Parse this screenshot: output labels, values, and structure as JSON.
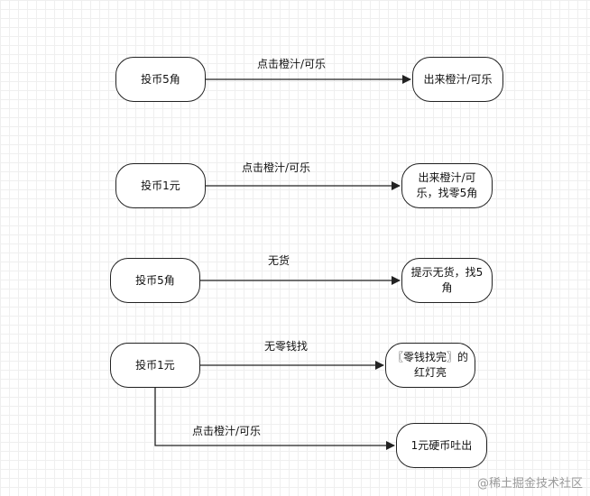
{
  "nodes": {
    "a1": "投币5角",
    "b1": "出来橙汁/可乐",
    "a2": "投币1元",
    "b2": "出来橙汁/可乐，找零5角",
    "a3": "投币5角",
    "b3": "提示无货，找5角",
    "a4": "投币1元",
    "b4": "〖零钱找完〗的红灯亮",
    "b5": "1元硬币吐出"
  },
  "edges": {
    "e1": "点击橙汁/可乐",
    "e2": "点击橙汁/可乐",
    "e3": "无货",
    "e4": "无零钱找",
    "e5": "点击橙汁/可乐"
  },
  "watermark": "@稀土掘金技术社区"
}
